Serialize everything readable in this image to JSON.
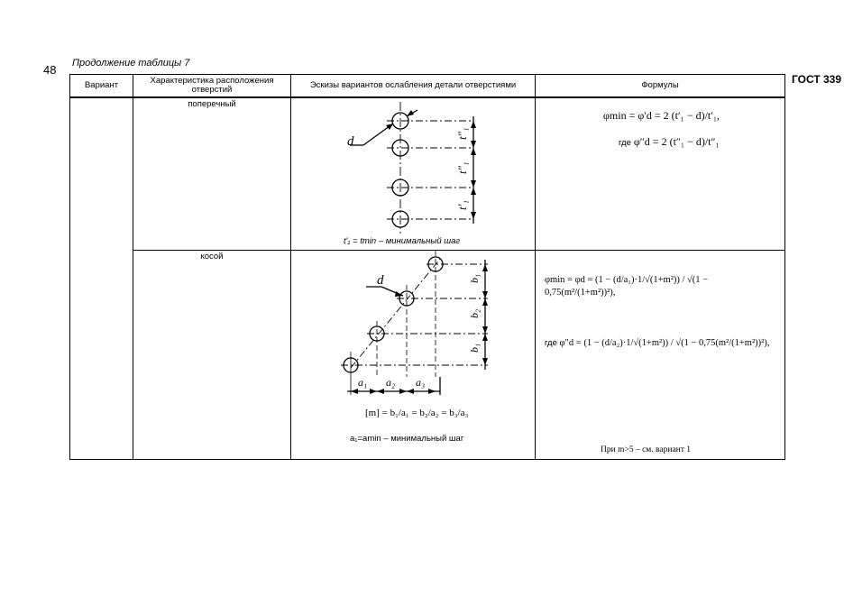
{
  "page": {
    "number": "48",
    "continuation": "Продолжение таблицы 7",
    "gost": "ГОСТ 339"
  },
  "table": {
    "headers": {
      "variant": "Вариант",
      "layout": "Характеристика расположения отверстий",
      "sketches": "Эскизы вариантов ослабления детали отверстиями",
      "formulas": "Формулы"
    },
    "rows": [
      {
        "variant": "",
        "layout": "поперечный",
        "sketch_caption": "t′₁ = tmin – минимальный шаг",
        "formula_main": "φmin = φ′d = 2 (t′₁ − d)/t′₁,",
        "formula_where_label": "где",
        "formula_where": "φ″d = 2 (t″₁ − d)/t″₁"
      },
      {
        "variant": "",
        "layout": "косой",
        "sketch_caption_formula": "[m] = b₁/a₁ = b₂/a₂ = b₃/a₃",
        "sketch_caption": "a₁=amin – минимальный шаг",
        "formula_main": "φmin = φd = (1 − (d/a₁)·1/√(1+m²)) / √(1 − 0,75(m²/(1+m²))²),",
        "formula_where_label": "где",
        "formula_where": "φ″d = (1 − (d/a₂)·1/√(1+m²)) / √(1 − 0,75(m²/(1+m²))²),",
        "note": "При m>5 – см. вариант 1"
      }
    ]
  },
  "sketch_labels": {
    "d": "d",
    "t1pp": "t″₁",
    "t1p": "t′₁",
    "b1": "b₁",
    "b2": "b₂",
    "a1": "a₁",
    "a2": "a₂",
    "a3": "a₃"
  }
}
